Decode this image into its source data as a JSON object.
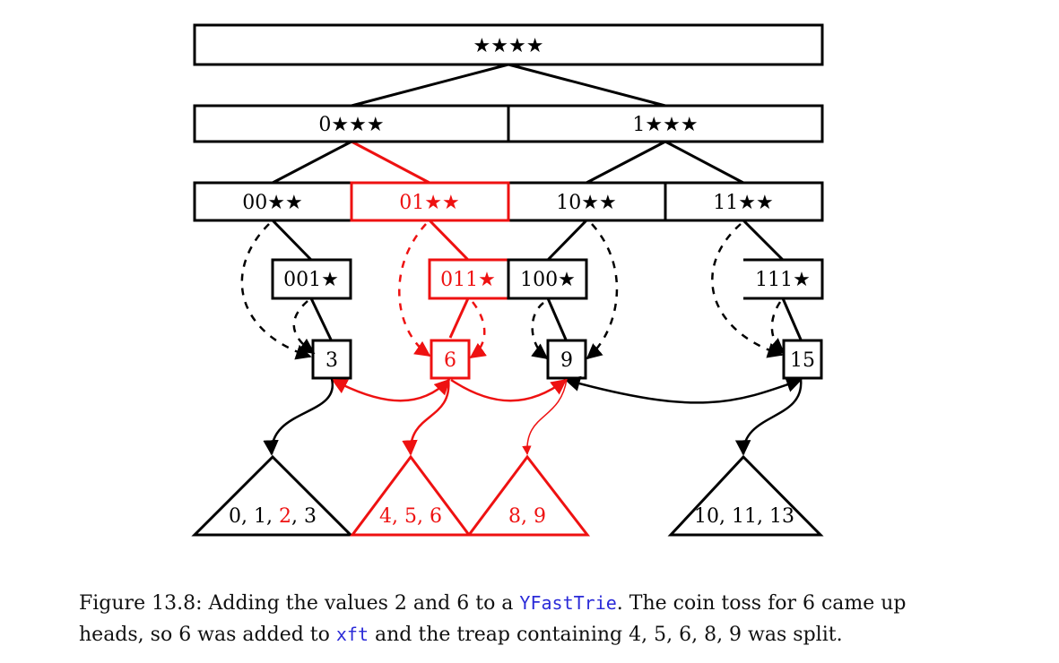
{
  "colors": {
    "normal": "#000000",
    "highlight": "#ee1111",
    "code": "#2b2bd8"
  },
  "trie": {
    "root": "★★★★",
    "level1": [
      "0★★★",
      "1★★★"
    ],
    "level2": [
      "00★★",
      "01★★",
      "10★★",
      "11★★"
    ],
    "level3": [
      "001★",
      "011★",
      "100★",
      "111★"
    ],
    "leaves": [
      "3",
      "6",
      "9",
      "15"
    ]
  },
  "treaps": {
    "t1": {
      "parts": [
        "0, 1, ",
        "2",
        ", 3"
      ]
    },
    "t2": "4, 5, 6",
    "t3": "8, 9",
    "t4": "10, 11, 13"
  },
  "caption": {
    "part1": "Figure 13.8: Adding the values 2 and 6 to a ",
    "code1": "YFastTrie",
    "part2": ". The coin toss for 6 came up heads, so 6 was added to ",
    "code2": "xft",
    "part3": " and the treap containing 4, 5, 6, 8, 9 was split."
  }
}
